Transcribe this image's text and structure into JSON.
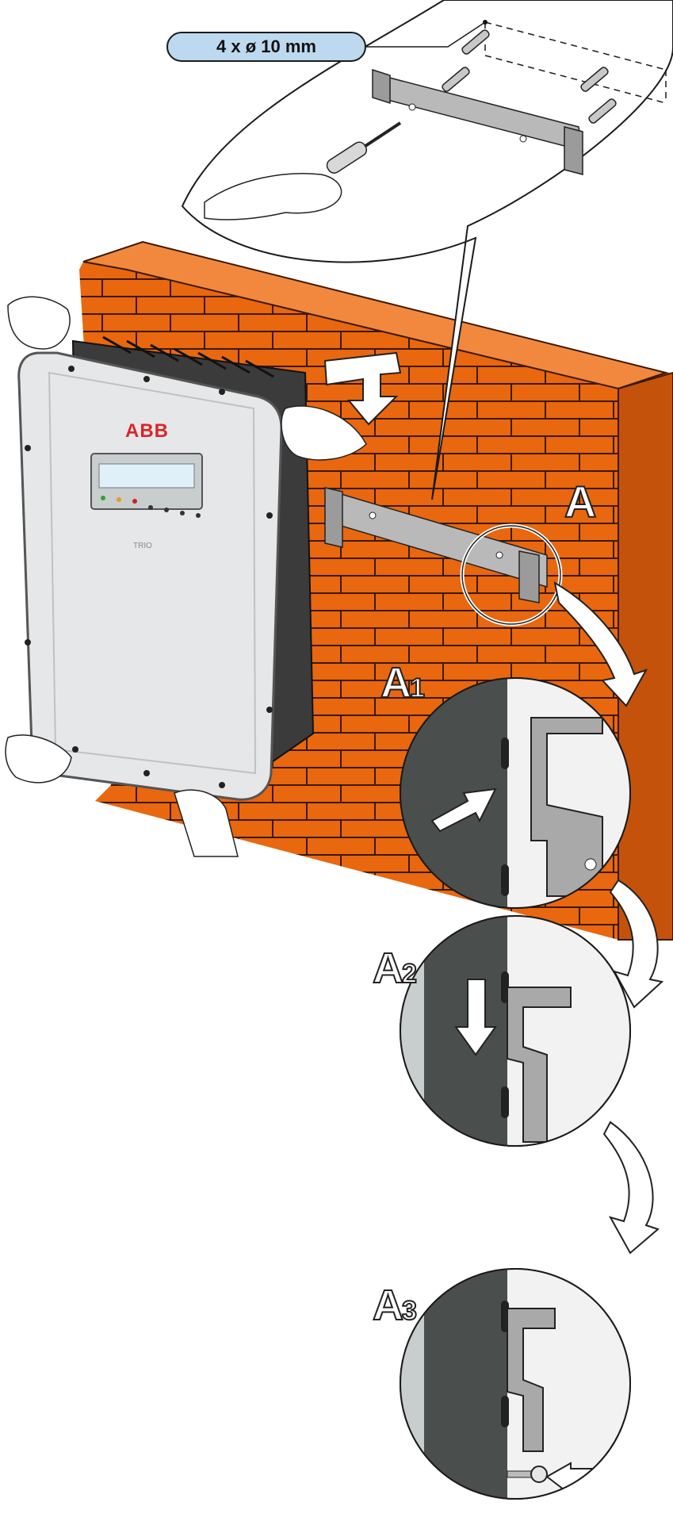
{
  "callout": {
    "hardware_label": "4 x  ø 10 mm"
  },
  "device": {
    "brand": "ABB",
    "model": "TRIO"
  },
  "steps": {
    "detail_label": "A",
    "step1_letter": "A",
    "step1_number": "1",
    "step2_letter": "A",
    "step2_number": "2",
    "step3_letter": "A",
    "step3_number": "3"
  },
  "colors": {
    "brick": "#e8670f",
    "brick_line": "#3a1a05",
    "bracket": "#b9b9b9",
    "inverter_body": "#3b3b3b",
    "inverter_cover": "#e6e7e8",
    "panel_dark": "#4a4f4e",
    "callout_fill": "#bcd9ef",
    "brand_red": "#d8262c"
  },
  "icons": [
    "hand-icon",
    "screwdriver-icon",
    "wall-plug-icon",
    "screw-icon",
    "arrow-down-icon",
    "arrow-right-icon",
    "arrow-left-icon"
  ]
}
